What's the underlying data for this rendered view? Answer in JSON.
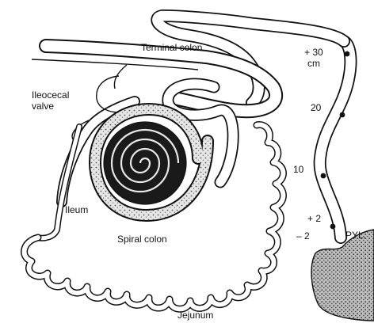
{
  "labels": {
    "terminal_colon": "Terminal colon",
    "ileocecal_valve_line1": "Ileocecal",
    "ileocecal_valve_line2": "valve",
    "ileum": "Ileum",
    "spiral_colon": "Spiral colon",
    "jejunum": "Jejunum",
    "pylorus": "PYL."
  },
  "distance_markers": {
    "plus30": "+ 30",
    "unit": "cm",
    "m20": "20",
    "m10": "10",
    "plus2": "+ 2",
    "minus2": "– 2"
  },
  "colors": {
    "line": "#111111",
    "spiral_fill": "#1a1a1a",
    "stomach_fill": "#d9d9d9"
  }
}
